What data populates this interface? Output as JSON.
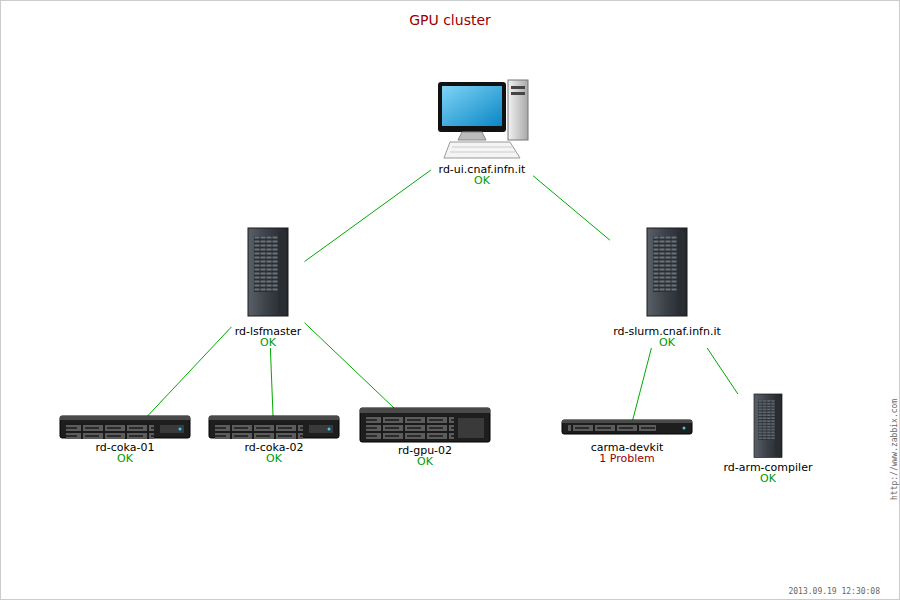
{
  "diagram": {
    "title": "GPU cluster",
    "nodes": [
      {
        "text": [
          "rd-ui.cnaf.infn.it",
          "OK"
        ]
      },
      {
        "text": [
          "rd-lsfmaster",
          "OK"
        ]
      },
      {
        "text": [
          "rd-slurm.cnaf.infn.it",
          "OK"
        ]
      },
      {
        "text": [
          "rd-coka-01",
          "OK"
        ]
      },
      {
        "text": [
          "rd-coka-02",
          "OK"
        ]
      },
      {
        "text": [
          "rd-gpu-02",
          "OK"
        ]
      },
      {
        "text": [
          "carma-devkit",
          "1 Problem"
        ]
      },
      {
        "text": [
          "rd-arm-compiler",
          "OK"
        ]
      }
    ],
    "edges": [
      {
        "from": 0,
        "to": 1,
        "arrow": "none"
      },
      {
        "from": 0,
        "to": 2,
        "arrow": "none"
      },
      {
        "from": 1,
        "to": 3,
        "arrow": "none"
      },
      {
        "from": 1,
        "to": 4,
        "arrow": "none"
      },
      {
        "from": 1,
        "to": 5,
        "arrow": "none"
      },
      {
        "from": 2,
        "to": 6,
        "arrow": "none"
      },
      {
        "from": 2,
        "to": 7,
        "arrow": "none"
      }
    ],
    "labels": [
      "2013.09.19 12:30:08",
      "http://www.zabbix.com"
    ]
  }
}
